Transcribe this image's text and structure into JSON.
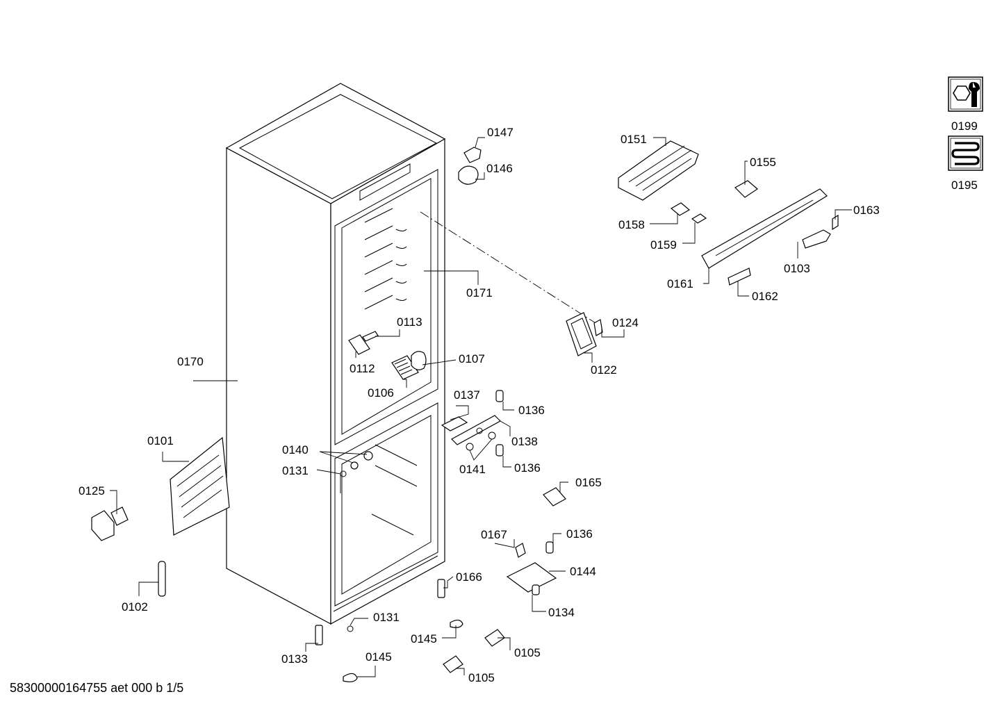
{
  "footer": "58300000164755 aet 000 b 1/5",
  "icons": [
    {
      "code": "0199",
      "icon": "wrench-nut-icon"
    },
    {
      "code": "0195",
      "icon": "heating-coil-icon"
    }
  ],
  "parts": [
    {
      "code": "0147"
    },
    {
      "code": "0146"
    },
    {
      "code": "0151"
    },
    {
      "code": "0155"
    },
    {
      "code": "0158"
    },
    {
      "code": "0159"
    },
    {
      "code": "0163"
    },
    {
      "code": "0103"
    },
    {
      "code": "0161"
    },
    {
      "code": "0162"
    },
    {
      "code": "0171"
    },
    {
      "code": "0113"
    },
    {
      "code": "0124"
    },
    {
      "code": "0122"
    },
    {
      "code": "0112"
    },
    {
      "code": "0107"
    },
    {
      "code": "0106"
    },
    {
      "code": "0170"
    },
    {
      "code": "0137"
    },
    {
      "code": "0136"
    },
    {
      "code": "0138"
    },
    {
      "code": "0136"
    },
    {
      "code": "0141"
    },
    {
      "code": "0140"
    },
    {
      "code": "0131"
    },
    {
      "code": "0101"
    },
    {
      "code": "0125"
    },
    {
      "code": "0165"
    },
    {
      "code": "0167"
    },
    {
      "code": "0136"
    },
    {
      "code": "0144"
    },
    {
      "code": "0166"
    },
    {
      "code": "0134"
    },
    {
      "code": "0102"
    },
    {
      "code": "0131"
    },
    {
      "code": "0145"
    },
    {
      "code": "0105"
    },
    {
      "code": "0133"
    },
    {
      "code": "0145"
    },
    {
      "code": "0105"
    }
  ]
}
